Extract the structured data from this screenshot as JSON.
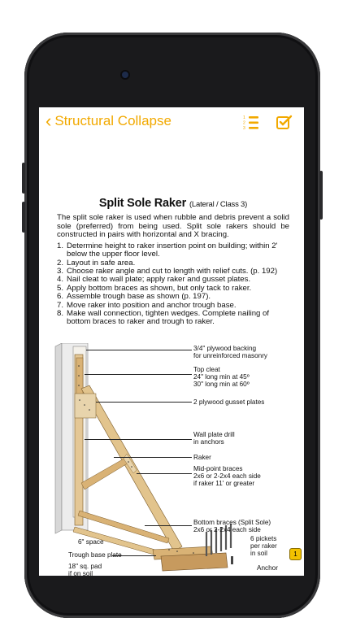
{
  "nav": {
    "back_label": "Structural Collapse",
    "accent": "#f2a900"
  },
  "doc": {
    "title": "Split Sole Raker",
    "subtitle": "(Lateral / Class 3)",
    "intro": "The split sole raker is used when rubble and debris prevent a solid sole (preferred) from being used. Split sole rakers should be constructed in pairs with horizontal and X bracing.",
    "steps": [
      {
        "n": "1.",
        "text": "Determine height to raker insertion point on building; within 2' below the upper floor level."
      },
      {
        "n": "2.",
        "text": "Layout in safe area."
      },
      {
        "n": "3.",
        "text": "Choose raker angle and cut to length with relief cuts. (p. 192)"
      },
      {
        "n": "4.",
        "text": "Nail cleat to wall plate; apply raker and gusset plates."
      },
      {
        "n": "5.",
        "text": "Apply bottom braces as shown, but only tack to raker."
      },
      {
        "n": "6.",
        "text": "Assemble trough base as shown (p. 197)."
      },
      {
        "n": "7.",
        "text": "Move raker into position and anchor trough base."
      },
      {
        "n": "8.",
        "text": "Make wall connection, tighten wedges. Complete nailing of bottom braces to raker and trough to raker."
      }
    ]
  },
  "diagram": {
    "labels": {
      "plywood_backing": "3/4\" plywood backing\nfor unreinforced masonry",
      "top_cleat": "Top cleat\n24\" long min at 45º\n30\" long min at 60º",
      "gusset": "2 plywood gusset plates",
      "wall_plate_drill": "Wall plate drill\nin anchors",
      "raker": "Raker",
      "midpoint_braces": "Mid-point braces\n2x6 or 2-2x4 each side\nif raker 11' or greater",
      "bottom_braces": "Bottom braces (Split Sole)\n2x6 or 2-2x4 each side",
      "space": "6\" space",
      "pickets": "6 pickets\nper raker\nin soil",
      "trough": "Trough base plate",
      "pad": "18\" sq. pad\nif on soil",
      "anchor": "Anchor"
    }
  },
  "bookmark": "1"
}
